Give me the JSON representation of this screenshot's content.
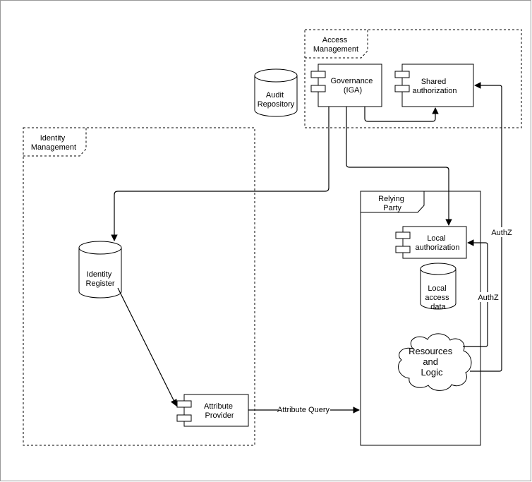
{
  "frames": {
    "access_management": [
      "Access",
      "Management"
    ],
    "identity_management": [
      "Identity",
      "Management"
    ],
    "relying_party": [
      "Relying",
      "Party"
    ]
  },
  "components": {
    "governance": [
      "Governance",
      "(IGA)"
    ],
    "shared_authorization": [
      "Shared",
      "authorization"
    ],
    "local_authorization": [
      "Local",
      "authorization"
    ],
    "attribute_provider": [
      "Attribute",
      "Provider"
    ]
  },
  "stores": {
    "audit_repository": [
      "Audit",
      "Repository"
    ],
    "identity_register": [
      "Identity",
      "Register"
    ],
    "local_access_data": [
      "Local",
      "access",
      "data"
    ]
  },
  "cloud": {
    "resources_logic": [
      "Resources",
      "and",
      "Logic"
    ]
  },
  "edges": {
    "attribute_query": "Attribute Query",
    "authz_shared": "AuthZ",
    "authz_local": "AuthZ"
  }
}
